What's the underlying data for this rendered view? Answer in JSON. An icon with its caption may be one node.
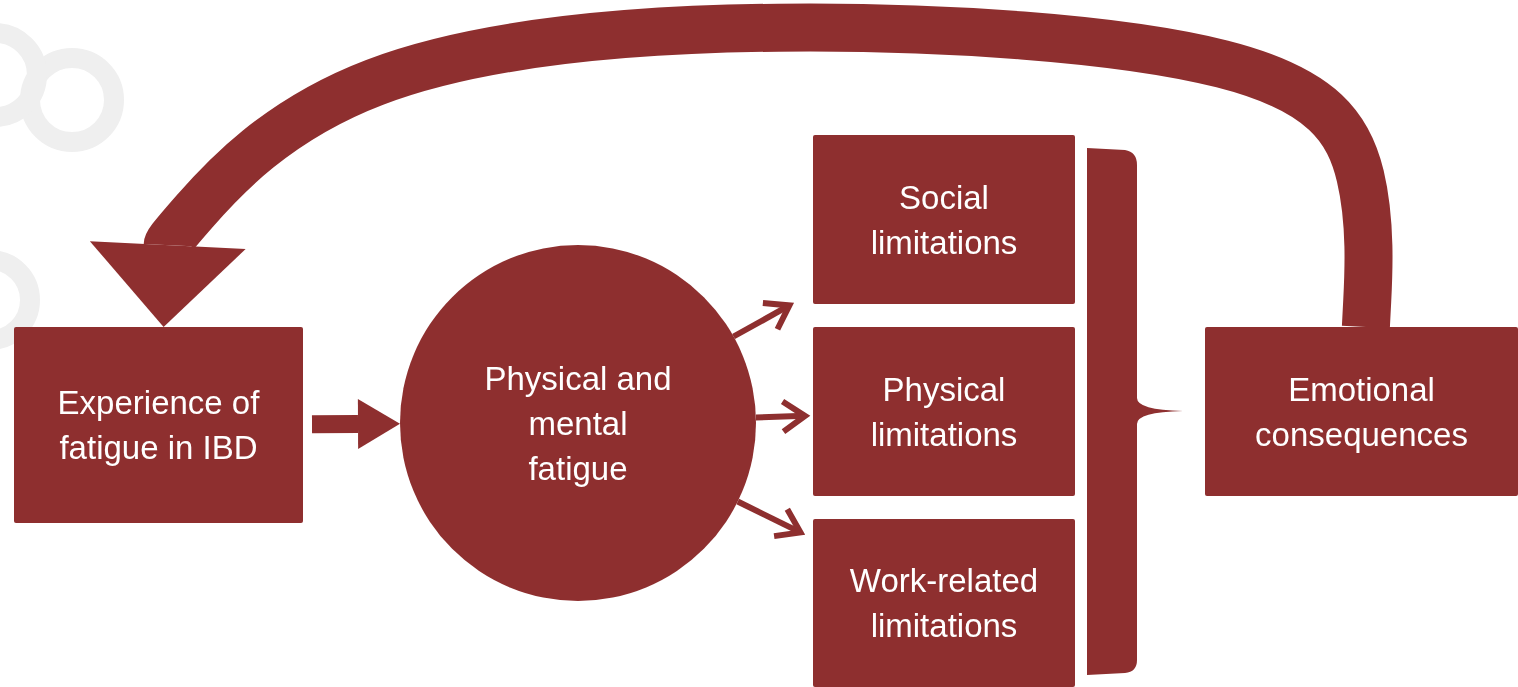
{
  "diagram": {
    "nodes": [
      {
        "text": [
          "Experience of fatigue in IBD"
        ]
      },
      {
        "text": [
          "Physical and mental fatigue"
        ]
      },
      {
        "text": [
          "Social limitations"
        ]
      },
      {
        "text": [
          "Physical limitations"
        ]
      },
      {
        "text": [
          "Work-related limitations"
        ]
      },
      {
        "text": [
          "Emotional consequences"
        ]
      }
    ],
    "edges": [
      {
        "from": 0,
        "to": 1,
        "arrow": "to",
        "style": "thick"
      },
      {
        "from": 1,
        "to": 2,
        "arrow": "to"
      },
      {
        "from": 1,
        "to": 3,
        "arrow": "to"
      },
      {
        "from": 1,
        "to": 4,
        "arrow": "to"
      },
      {
        "from": 5,
        "to": 0,
        "arrow": "to",
        "style": "thick"
      }
    ]
  }
}
